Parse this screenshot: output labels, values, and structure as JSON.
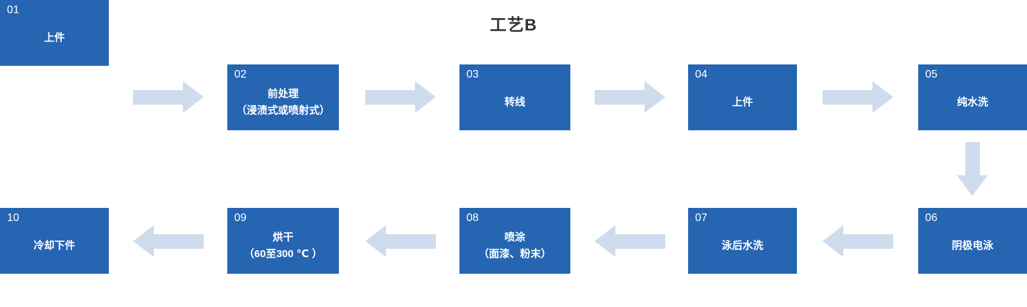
{
  "title": "工艺B",
  "colors": {
    "box": "#2565b2",
    "arrow": "#cfdcee",
    "title": "#333333",
    "boxtext": "#ffffff"
  },
  "flow": {
    "direction_top_row": "left-to-right",
    "direction_bottom_row": "right-to-left",
    "steps": [
      {
        "num": "01",
        "label": "上件",
        "sub": ""
      },
      {
        "num": "02",
        "label": "前处理",
        "sub": "（浸渍式或喷射式）"
      },
      {
        "num": "03",
        "label": "转线",
        "sub": ""
      },
      {
        "num": "04",
        "label": "上件",
        "sub": ""
      },
      {
        "num": "05",
        "label": "纯水洗",
        "sub": ""
      },
      {
        "num": "06",
        "label": "阴极电泳",
        "sub": ""
      },
      {
        "num": "07",
        "label": "泳后水洗",
        "sub": ""
      },
      {
        "num": "08",
        "label": "喷涂",
        "sub": "（面漆、粉末）"
      },
      {
        "num": "09",
        "label": "烘干",
        "sub": "（60至300 ℃ ）"
      },
      {
        "num": "10",
        "label": "冷却下件",
        "sub": ""
      }
    ]
  }
}
